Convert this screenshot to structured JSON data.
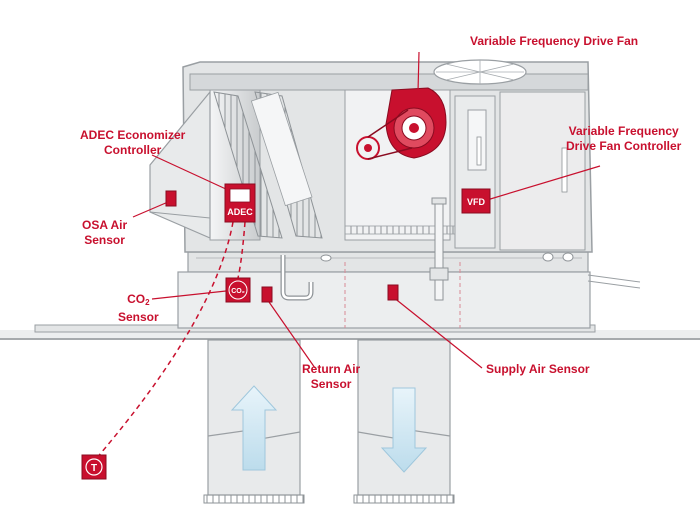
{
  "labels": {
    "vfd_fan": "Variable Frequency Drive Fan",
    "adec_controller": {
      "line1": "ADEC Economizer",
      "line2": "Controller"
    },
    "vfd_controller": {
      "line1": "Variable Frequency",
      "line2": "Drive Fan Controller"
    },
    "osa_sensor": {
      "line1": "OSA Air",
      "line2": "Sensor"
    },
    "co2_sensor": {
      "main": "CO",
      "sub": "2",
      "line2": "Sensor"
    },
    "return_sensor": {
      "line1": "Return Air",
      "line2": "Sensor"
    },
    "supply_sensor": "Supply Air Sensor"
  },
  "devices": {
    "adec_text": "ADEC",
    "vfd_text": "VFD",
    "co2_text": "CO₂",
    "thermostat_text": "T"
  },
  "colors": {
    "accent_red": "#c8102e",
    "unit_gray": "#e3e5e6",
    "outline_gray": "#9a9fa3",
    "duct_gray": "#e8eaeb",
    "arrow_blue": "#cfe6f2"
  },
  "icons": {
    "up_arrow": "return-airflow-arrow-icon",
    "down_arrow": "supply-airflow-arrow-icon"
  }
}
